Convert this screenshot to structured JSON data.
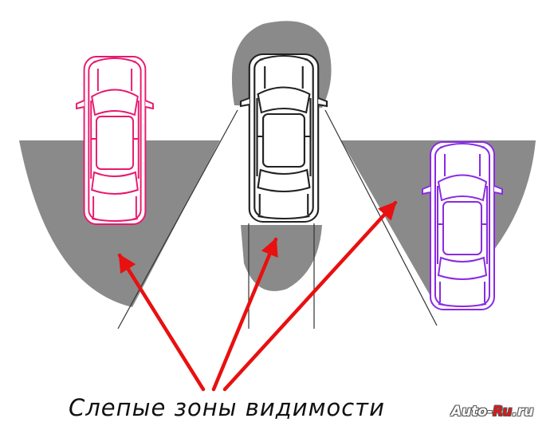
{
  "caption": "Слепые зоны видимости",
  "watermark": {
    "before": "Auto-",
    "accent": "Ru",
    "after": ".ru"
  },
  "colors": {
    "zone": "#8a8a8a",
    "arrow": "#e81010",
    "car_left": "#e8186e",
    "car_center": "#222222",
    "car_right": "#8a2be2"
  }
}
